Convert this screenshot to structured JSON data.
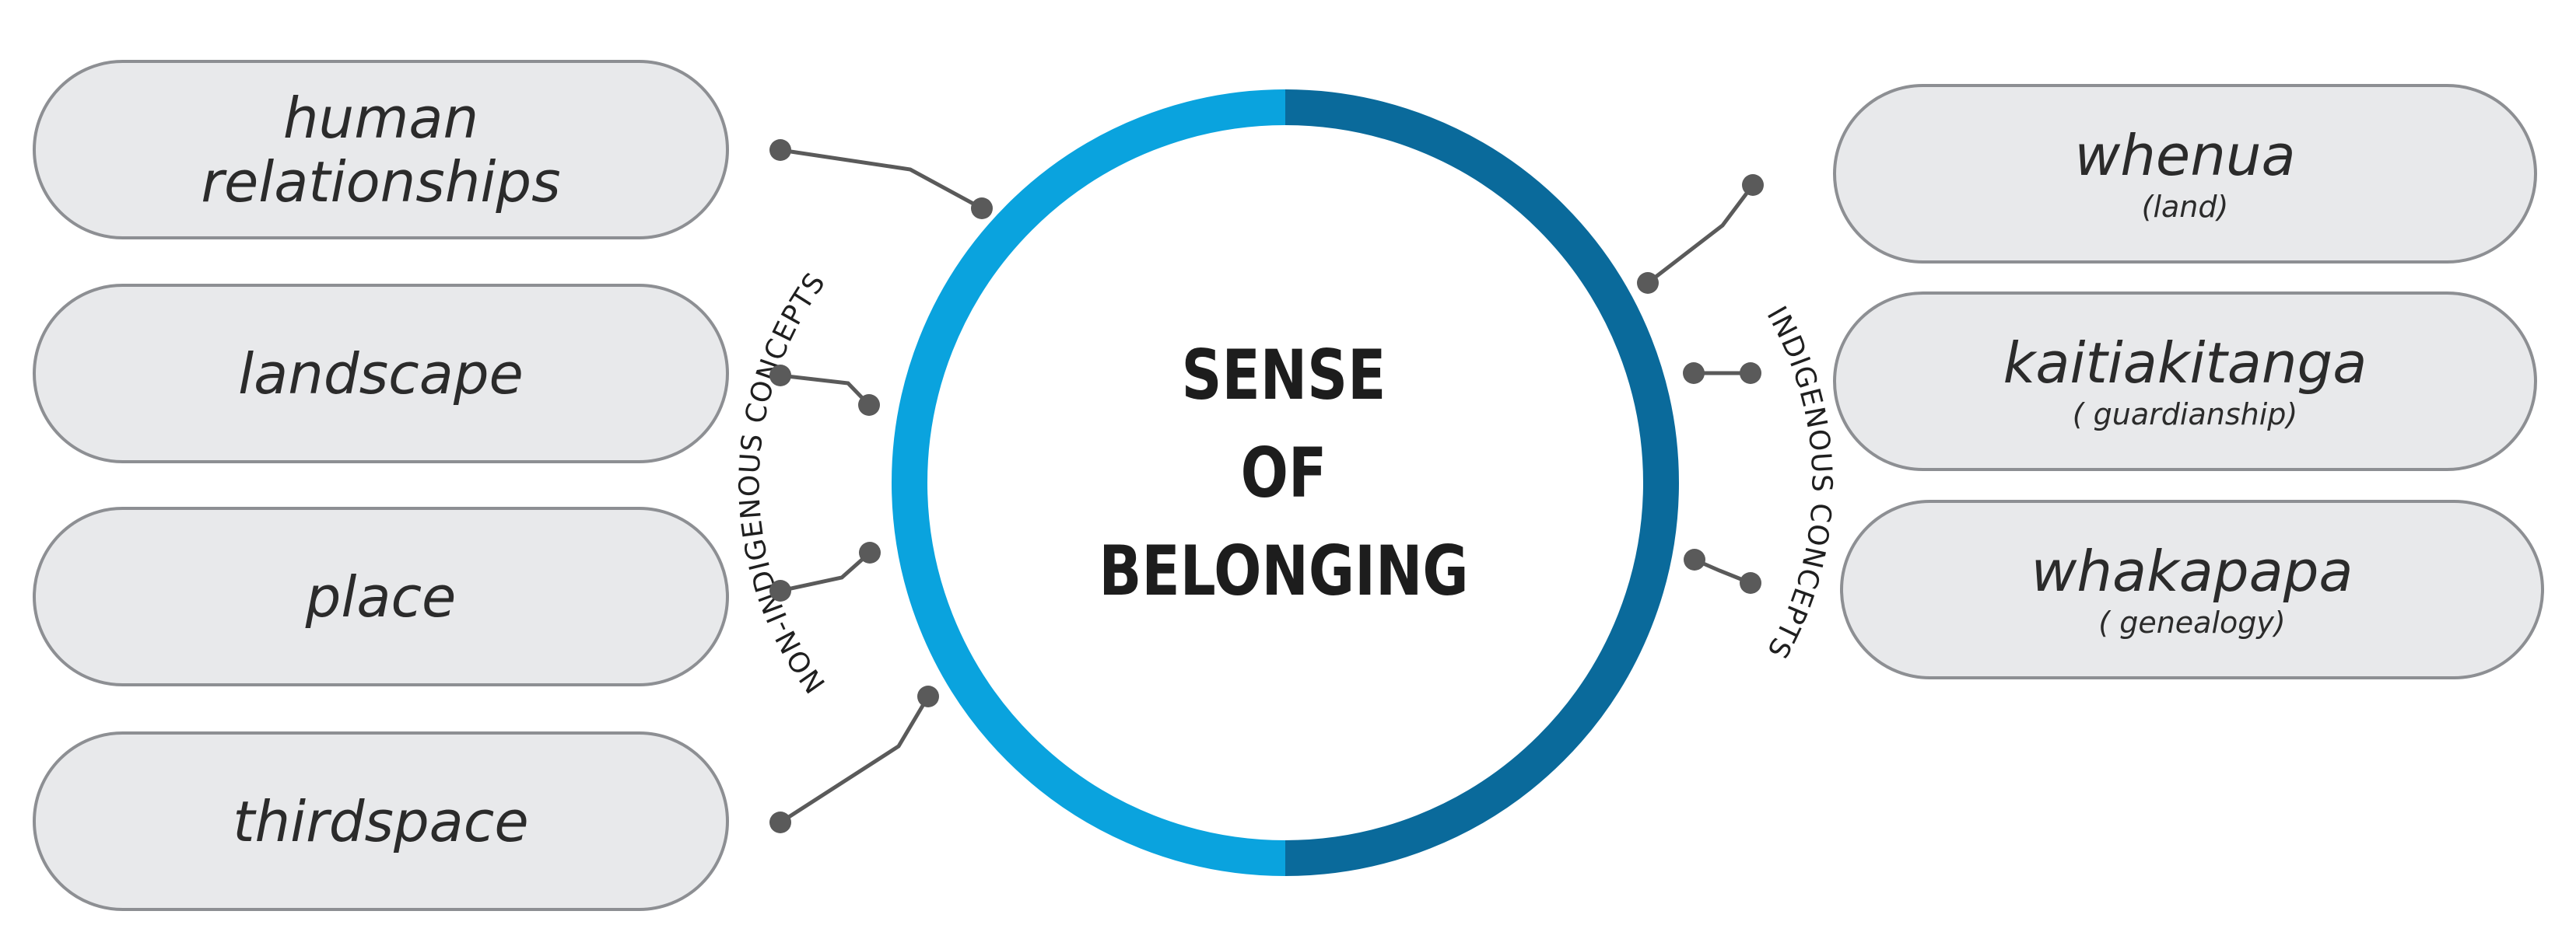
{
  "center": {
    "lines": [
      "SENSE",
      "OF",
      "BELONGING"
    ]
  },
  "ring": {
    "left_label": "NON-INDIGENOUS CONCEPTS",
    "right_label": "INDIGENOUS CONCEPTS",
    "left_color": "#0aa3de",
    "right_color": "#0a6a9b"
  },
  "non_indigenous": [
    {
      "label": "human relationships"
    },
    {
      "label": "landscape"
    },
    {
      "label": "place"
    },
    {
      "label": "thirdspace"
    }
  ],
  "indigenous": [
    {
      "label": "whenua",
      "sub": "(land)"
    },
    {
      "label": "kaitiakitanga",
      "sub": "( guardianship)"
    },
    {
      "label": "whakapapa",
      "sub": "( genealogy)"
    }
  ],
  "colors": {
    "pill_fill": "#e8e9eb",
    "pill_border": "#8d8f93",
    "connector": "#5a5a5a"
  }
}
